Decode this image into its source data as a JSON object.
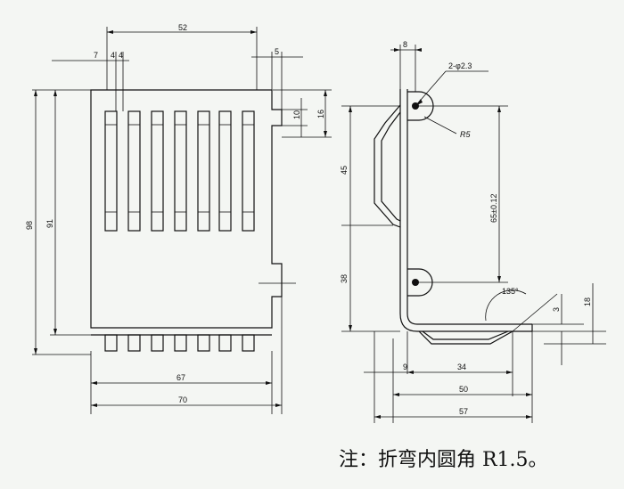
{
  "note": "注：折弯内圆角 R1.5。",
  "front_view": {
    "dims": {
      "top_width": "52",
      "slot_left": "7",
      "slot_gap_a": "4",
      "slot_gap_b": "4",
      "tab_width": "5",
      "tab_10": "10",
      "tab_16": "16",
      "height_98": "98",
      "height_91": "91",
      "bottom_67": "67",
      "bottom_70": "70"
    }
  },
  "side_view": {
    "dims": {
      "flange_8": "8",
      "hole": "2-φ2.3",
      "radius": "R5",
      "upper_45": "45",
      "hole_spacing": "65±0.12",
      "lower_38": "38",
      "angle": "135°",
      "foot_3": "3",
      "foot_18": "18",
      "base_9": "9",
      "base_34": "34",
      "base_50": "50",
      "base_57": "57"
    }
  }
}
